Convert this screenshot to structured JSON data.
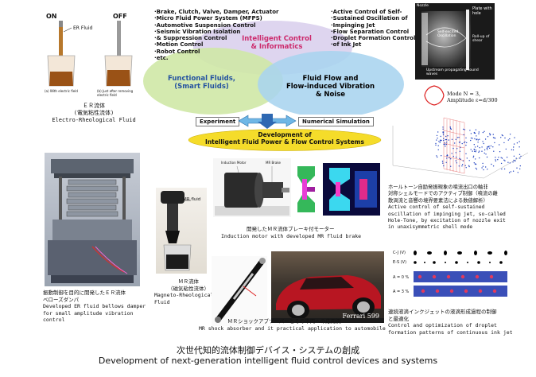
{
  "er_photo": {
    "on_label": "ON",
    "off_label": "OFF",
    "er_fluid_label": "ER Fluid",
    "caption_a": "(a) With electric field",
    "caption_b": "(b) Just after removing electric field"
  },
  "er_caption": {
    "jp1": "ＥＲ流体",
    "jp2": "(電気粘性流体)",
    "en": "Electro-Rheological Fluid"
  },
  "left_list": [
    "Brake, Clutch, Valve, Damper, Actuator",
    "Micro Fluid Power System (MFPS)",
    "Automotive Suspension Control",
    "Seismic Vibration Isolation",
    "& Suppression Control",
    "Motion Control",
    "Robot Control",
    "etc."
  ],
  "right_list": [
    "Active Control of Self-",
    "Sustained Oscillation of",
    "Impinging Jet",
    "Flow Separation Control",
    "Droplet Formation Control",
    "of Ink Jet"
  ],
  "venn": {
    "top_line1": "Intelligent Control",
    "top_line2": "& Informatics",
    "left_line1": "Functional Fluids,",
    "left_line2": "(Smart Fluids)",
    "right_line1": "Fluid Flow and",
    "right_line2": "Flow-induced Vibration",
    "right_line3": "& Noise"
  },
  "experiment_label": "Experiment",
  "numerical_label": "Numerical Simulation",
  "development_line1": "Development of",
  "development_line2": "Intelligent Fluid Power & Flow Control Systems",
  "jet_photo": {
    "nozzle": "Nozzle",
    "plate_with_hole": "Plate with hole",
    "self_excited": "Self-excited Oscillation",
    "roll_up": "Roll-up of shear",
    "upstream": "Upstream propagating sound waves"
  },
  "mode_label": {
    "line1": "Mode N = 3,",
    "line2": "Amplitude ε=d/300"
  },
  "jet_caption": {
    "jp1": "ホールトーン自励発振現象の噴流出口の軸非",
    "jp2": "対称シェルモードでのアクティブ制御（噴流の離",
    "jp3": "散渦流と音響の境界要素法による数値解析）",
    "en1": "Active control of self-sustained",
    "en2": "oscillation of impinging jet, so-called",
    "en3": "Hole-Tone, by excitation of nozzle exit",
    "en4": "in unaxisymmetric shell mode"
  },
  "damper_caption": {
    "jp1": "振動制御を目的に開発したＥＲ流体",
    "jp2": "ベローズダンパ",
    "en1": "Developed ER fluid bellows damper",
    "en2": "for small amplitude vibration",
    "en3": "control"
  },
  "mr_photo_label": "MR fluid",
  "mr_caption": {
    "jp1": "ＭＲ流体",
    "jp2": "（磁気粘性流体）",
    "en1": "Magneto-Rheological",
    "en2": "Fluid"
  },
  "motor_photo": {
    "induction_motor": "Induction Motor",
    "mr_brake": "MR Brake"
  },
  "motor_caption": {
    "jp": "開発したＭＲ流体ブレーキ付モーター",
    "en": "Induction motor with developed MR fluid brake"
  },
  "shock_caption": {
    "jp": "ＭＲショックアブソーバーとその車両への応用例",
    "en": "MR shock absorber and it practical application to automobile"
  },
  "car_label": "Ferrari 599",
  "droplet_rows": [
    "C-J (V)",
    "E-S (V)",
    "A = 0 %",
    "A = 3 %"
  ],
  "droplet_caption": {
    "jp1": "連続液滴インクジェットの液滴形成過程の制御",
    "jp2": "と最適化",
    "en1": "Control and optimization of droplet",
    "en2": "formation patterns of continuous ink jet"
  },
  "footer": {
    "jp": "次世代知的流体制御デバイス・システムの創成",
    "en": "Development of next-generation intelligent fluid control devices and systems"
  }
}
